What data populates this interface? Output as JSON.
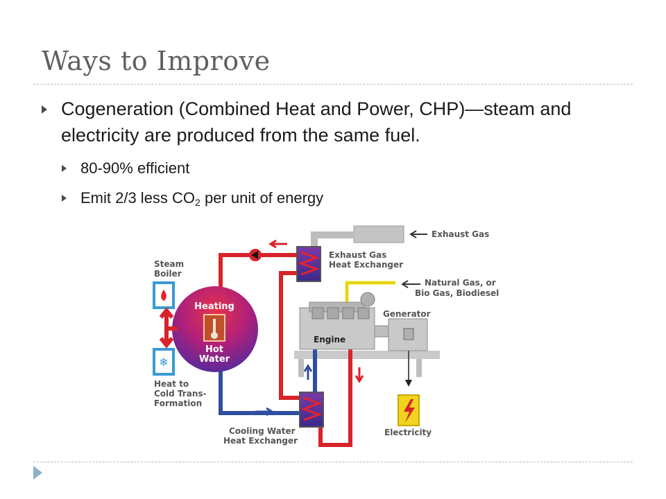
{
  "slide": {
    "title": "Ways to Improve",
    "bullet": "Cogeneration (Combined Heat and Power, CHP)—steam and electricity are produced from the same fuel.",
    "sub1": "80-90% efficient",
    "sub2_pre": "Emit 2/3 less CO",
    "sub2_sub": "2",
    "sub2_post": " per unit of energy"
  },
  "diagram": {
    "exhaust_gas": "Exhaust Gas",
    "exhaust_hx_1": "Exhaust Gas",
    "exhaust_hx_2": "Heat Exchanger",
    "steam_boiler_1": "Steam",
    "steam_boiler_2": "Boiler",
    "natural_gas_1": "Natural Gas, or",
    "natural_gas_2": "Bio Gas, Biodiesel",
    "heating": "Heating",
    "hot": "Hot",
    "water": "Water",
    "generator": "Generator",
    "engine": "Engine",
    "heat_cold_1": "Heat to",
    "heat_cold_2": "Cold Trans-",
    "heat_cold_3": "Formation",
    "cooling_1": "Cooling Water",
    "cooling_2": "Heat Exchanger",
    "electricity": "Electricity"
  },
  "colors": {
    "hot": "#d8232a",
    "cold": "#2e4f9f",
    "fuel": "#f2e01e",
    "title": "#5f5f5f",
    "rule": "#a9bfd0"
  }
}
